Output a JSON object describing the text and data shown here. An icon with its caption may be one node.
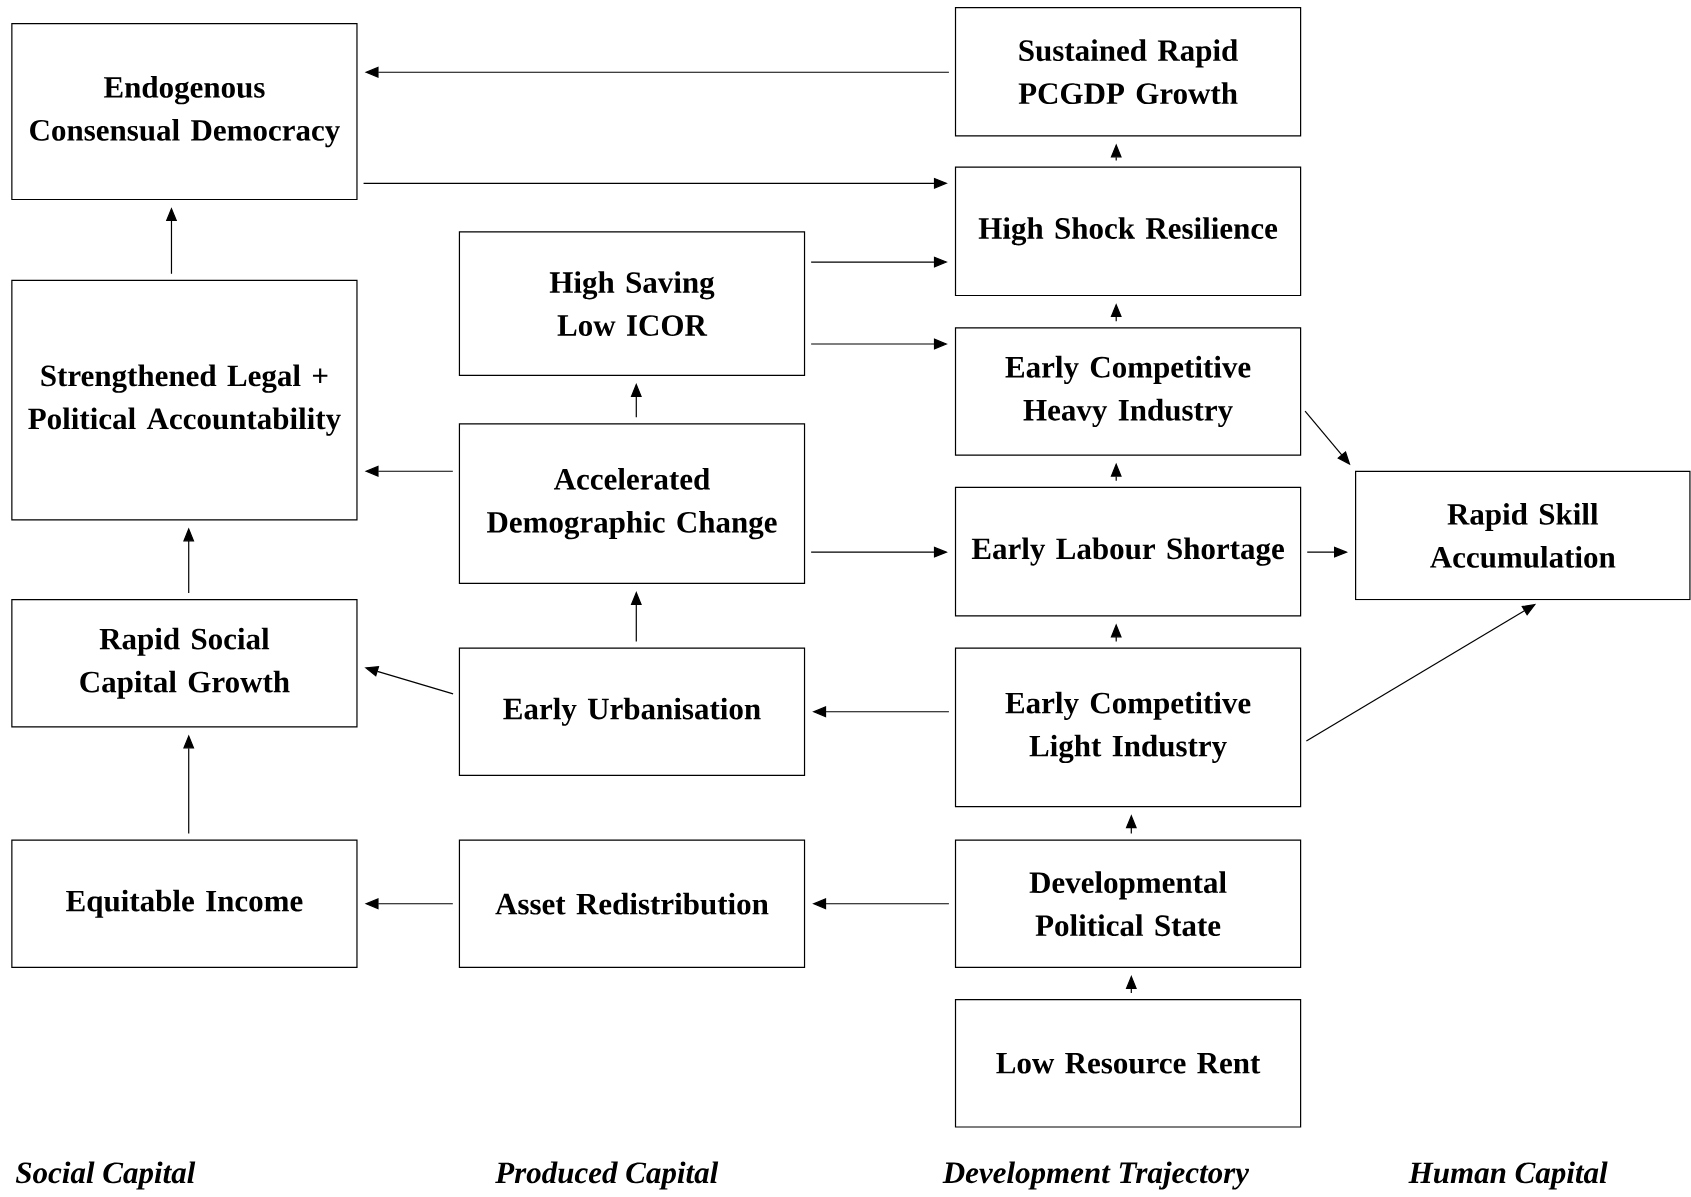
{
  "diagram": {
    "nodes": [
      {
        "text": [
          "Endogenous Consensual Democracy"
        ]
      },
      {
        "text": [
          "Sustained Rapid PCGDP Growth"
        ]
      },
      {
        "text": [
          "High Shock Resilience"
        ]
      },
      {
        "text": [
          "High Saving Low ICOR"
        ]
      },
      {
        "text": [
          "Strengthened Legal + Political Accountability"
        ]
      },
      {
        "text": [
          "Early Competitive Heavy Industry"
        ]
      },
      {
        "text": [
          "Accelerated Demographic Change"
        ]
      },
      {
        "text": [
          "Early Labour Shortage"
        ]
      },
      {
        "text": [
          "Rapid Skill Accumulation"
        ]
      },
      {
        "text": [
          "Rapid Social Capital Growth"
        ]
      },
      {
        "text": [
          "Early Urbanisation"
        ]
      },
      {
        "text": [
          "Early Competitive Light Industry"
        ]
      },
      {
        "text": [
          "Equitable Income"
        ]
      },
      {
        "text": [
          "Asset Redistribution"
        ]
      },
      {
        "text": [
          "Developmental Political State"
        ]
      },
      {
        "text": [
          "Low Resource Rent"
        ]
      }
    ],
    "edges": [
      {
        "from": 1,
        "to": 0,
        "arrow": "to"
      },
      {
        "from": 0,
        "to": 2,
        "arrow": "to"
      },
      {
        "from": 4,
        "to": 0,
        "arrow": "to"
      },
      {
        "from": 3,
        "to": 2,
        "arrow": "to"
      },
      {
        "from": 3,
        "to": 5,
        "arrow": "to"
      },
      {
        "from": 2,
        "to": 1,
        "arrow": "to"
      },
      {
        "from": 5,
        "to": 2,
        "arrow": "to"
      },
      {
        "from": 6,
        "to": 4,
        "arrow": "to"
      },
      {
        "from": 6,
        "to": 3,
        "arrow": "to"
      },
      {
        "from": 6,
        "to": 7,
        "arrow": "to"
      },
      {
        "from": 7,
        "to": 5,
        "arrow": "to"
      },
      {
        "from": 5,
        "to": 8,
        "arrow": "to"
      },
      {
        "from": 7,
        "to": 8,
        "arrow": "to"
      },
      {
        "from": 11,
        "to": 7,
        "arrow": "to"
      },
      {
        "from": 11,
        "to": 8,
        "arrow": "to"
      },
      {
        "from": 9,
        "to": 4,
        "arrow": "to"
      },
      {
        "from": 10,
        "to": 9,
        "arrow": "to"
      },
      {
        "from": 10,
        "to": 6,
        "arrow": "to"
      },
      {
        "from": 11,
        "to": 10,
        "arrow": "to"
      },
      {
        "from": 12,
        "to": 9,
        "arrow": "to"
      },
      {
        "from": 14,
        "to": 11,
        "arrow": "to"
      },
      {
        "from": 15,
        "to": 14,
        "arrow": "to"
      },
      {
        "from": 13,
        "to": 12,
        "arrow": "to"
      },
      {
        "from": 14,
        "to": 13,
        "arrow": "to"
      }
    ],
    "labels": [
      "Social Capital",
      "Produced Capital",
      "Development Trajectory",
      "Human Capital"
    ]
  }
}
